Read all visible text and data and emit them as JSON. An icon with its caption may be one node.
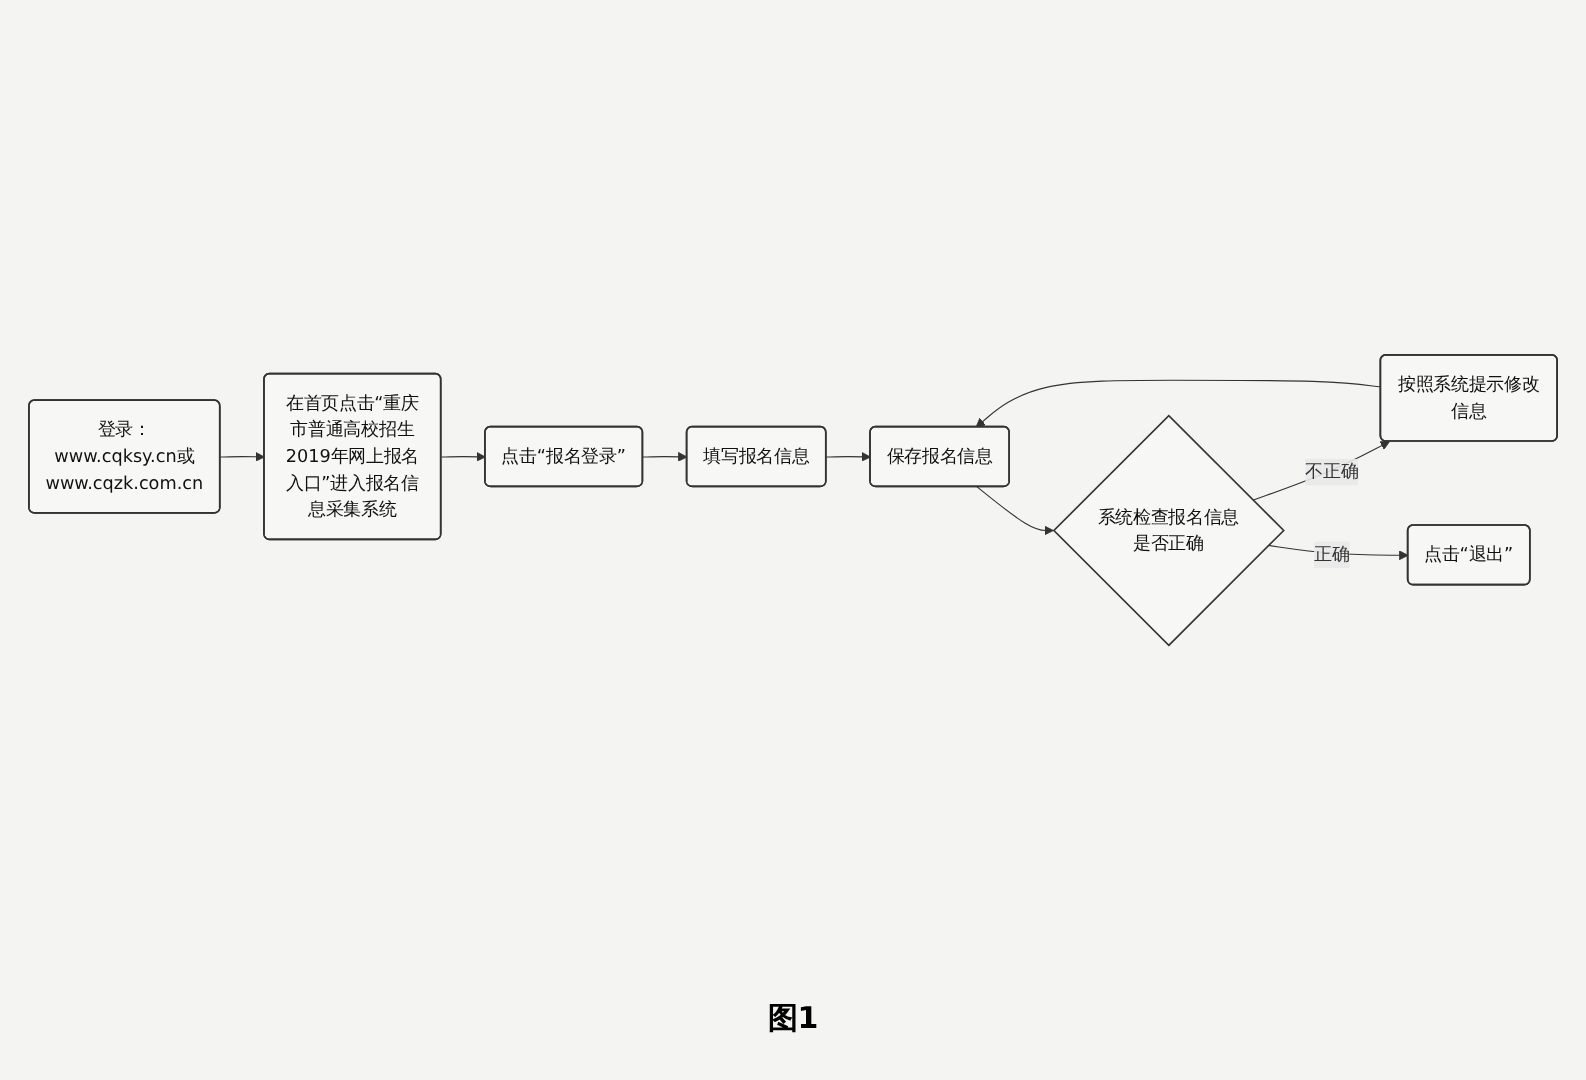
{
  "diagram": {
    "caption": "图1",
    "nodes": [
      {
        "text": [
          "登录：www.cqksy.cn或www.cqzk.com.cn"
        ]
      },
      {
        "text": [
          "在首页点击“重庆市普通高校招生2019年网上报名入口”进入报名信息采集系统"
        ]
      },
      {
        "text": [
          "点击“报名登录”"
        ]
      },
      {
        "text": [
          "填写报名信息"
        ]
      },
      {
        "text": [
          "保存报名信息"
        ]
      },
      {
        "text": [
          "系统检查报名信息是否正确"
        ]
      },
      {
        "text": [
          "按照系统提示修改信息"
        ]
      },
      {
        "text": [
          "点击“退出”"
        ]
      }
    ],
    "edges": [
      {
        "from": 0,
        "to": 1,
        "arrow": "to"
      },
      {
        "from": 1,
        "to": 2,
        "arrow": "to"
      },
      {
        "from": 2,
        "to": 3,
        "arrow": "to"
      },
      {
        "from": 3,
        "to": 4,
        "arrow": "to"
      },
      {
        "from": 4,
        "to": 5,
        "arrow": "to"
      },
      {
        "from": 5,
        "to": 6,
        "label": "不正确",
        "arrow": "to"
      },
      {
        "from": 6,
        "to": 4,
        "arrow": "to"
      },
      {
        "from": 5,
        "to": 7,
        "label": "正确",
        "arrow": "to"
      }
    ]
  }
}
